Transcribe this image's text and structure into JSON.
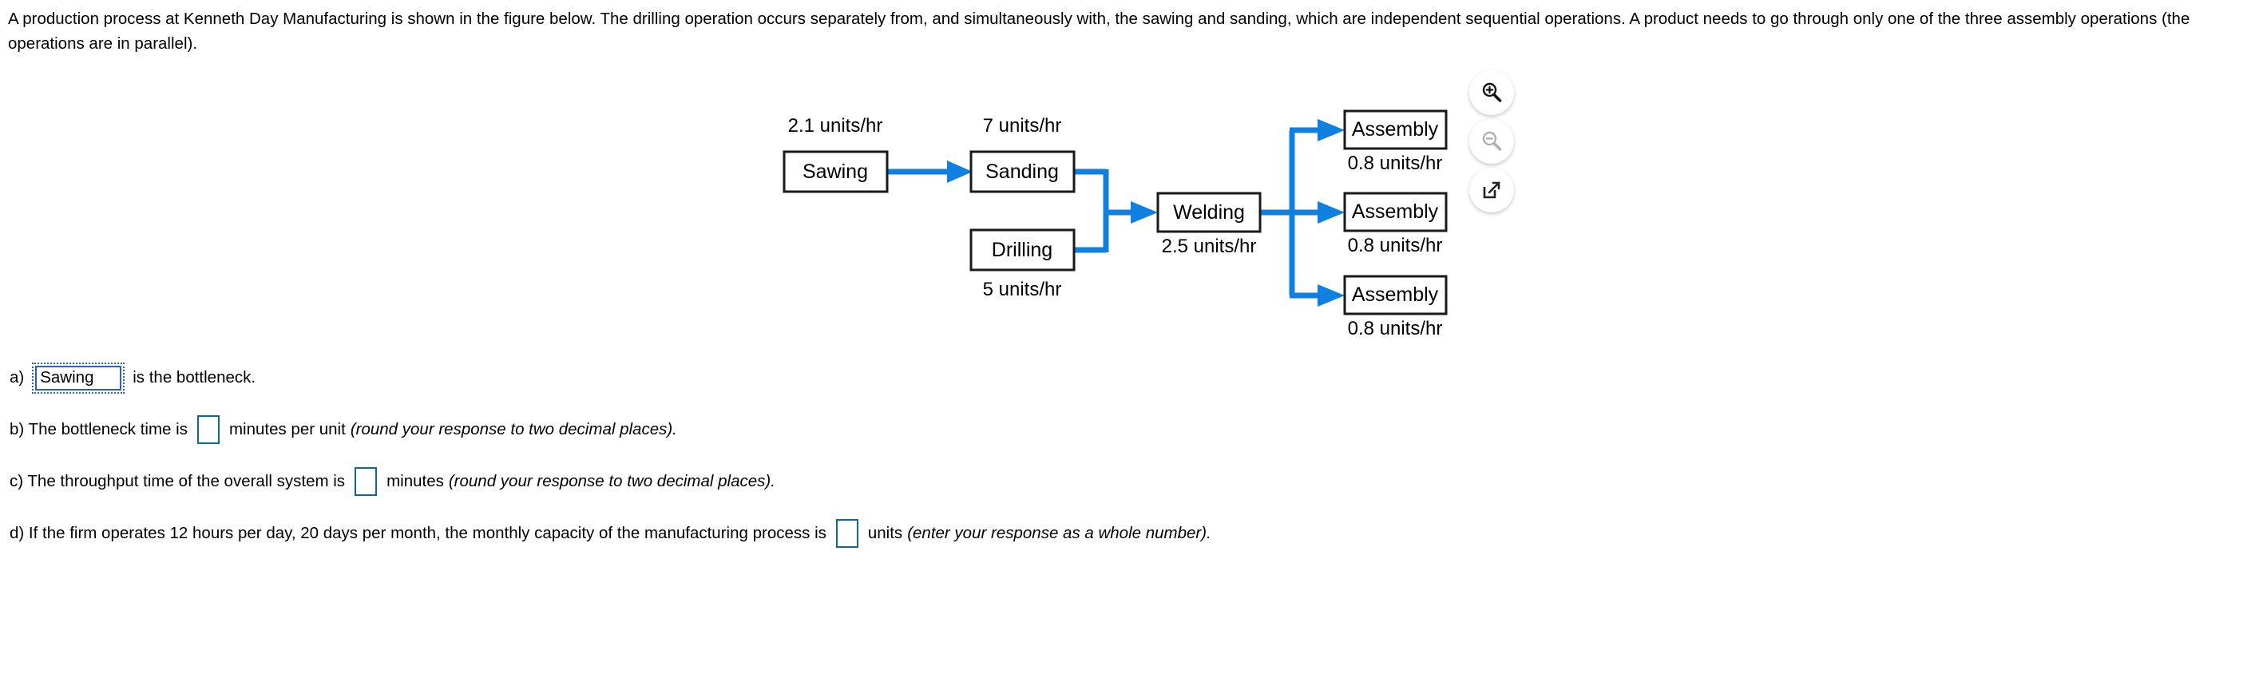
{
  "problem": {
    "statement": "A production process at Kenneth Day Manufacturing is shown in the figure below. The drilling operation occurs separately from, and simultaneously with, the sawing and sanding, which are independent sequential operations. A product needs to go through only one of the three assembly operations (the operations are in parallel)."
  },
  "figure": {
    "nodes": [
      {
        "id": "sawing",
        "label": "Sawing",
        "rate": "2.1 units/hr",
        "rate_position": "above"
      },
      {
        "id": "sanding",
        "label": "Sanding",
        "rate": "7 units/hr",
        "rate_position": "above"
      },
      {
        "id": "drilling",
        "label": "Drilling",
        "rate": "5 units/hr",
        "rate_position": "below"
      },
      {
        "id": "welding",
        "label": "Welding",
        "rate": "2.5 units/hr",
        "rate_position": "below"
      },
      {
        "id": "assembly1",
        "label": "Assembly",
        "rate": "0.8 units/hr",
        "rate_position": "below"
      },
      {
        "id": "assembly2",
        "label": "Assembly",
        "rate": "0.8 units/hr",
        "rate_position": "below"
      },
      {
        "id": "assembly3",
        "label": "Assembly",
        "rate": "0.8 units/hr",
        "rate_position": "below"
      }
    ],
    "flow_color": "#0f7fe0",
    "box_border_color": "#1a1a1a"
  },
  "tools": {
    "zoom_in": "zoom-in-icon",
    "zoom_out": "zoom-out-icon",
    "open_new_window": "open-in-new-window-icon"
  },
  "answers": {
    "a": {
      "prefix": "a)",
      "value": "Sawing",
      "suffix": "is the bottleneck."
    },
    "b": {
      "prefix": "b) The bottleneck time is",
      "value": "",
      "suffix": "minutes per unit",
      "note": "(round your response to two decimal places)."
    },
    "c": {
      "prefix": "c) The throughput time of the overall system is",
      "value": "",
      "suffix": "minutes",
      "note": "(round your response to two decimal places)."
    },
    "d": {
      "prefix": "d) If the firm operates 12 hours per day, 20 days per month, the monthly capacity of the manufacturing process is",
      "value": "",
      "suffix": "units",
      "note": "(enter your response as a whole number)."
    }
  }
}
